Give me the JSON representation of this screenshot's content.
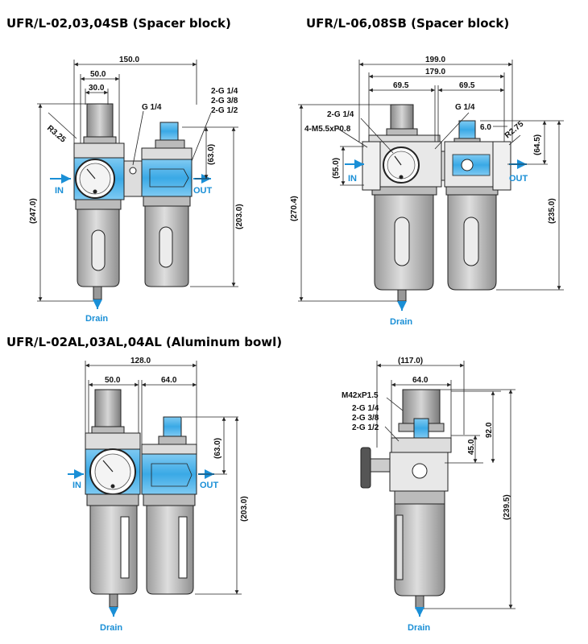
{
  "titles": {
    "sb_small": "UFR/L-02,03,04SB (Spacer block)",
    "sb_large": "UFR/L-06,08SB (Spacer block)",
    "al": "UFR/L-02AL,03AL,04AL (Aluminum bowl)"
  },
  "labels": {
    "in": "IN",
    "out": "OUT",
    "drain": "Drain"
  },
  "d1": {
    "w150": "150.0",
    "w50": "50.0",
    "w30": "30.0",
    "r": "R3.25",
    "g14": "G 1/4",
    "g1": "2-G 1/4",
    "g2": "2-G 3/8",
    "g3": "2-G 1/2",
    "h63": "(63.0)",
    "h203": "(203.0)",
    "h247": "(247.0)"
  },
  "d2": {
    "w199": "199.0",
    "w179": "179.0",
    "w695a": "69.5",
    "w695b": "69.5",
    "g14a": "2-G 1/4",
    "m55": "4-M5.5xP0.8",
    "g14b": "G 1/4",
    "w6": "6.0",
    "r275": "R2.75",
    "h55": "(55.0)",
    "h645": "(64.5)",
    "h2704": "(270.4)",
    "h235": "(235.0)"
  },
  "d3": {
    "w128": "128.0",
    "w50": "50.0",
    "w64": "64.0",
    "h63": "(63.0)",
    "h203": "(203.0)"
  },
  "d4": {
    "w117": "(117.0)",
    "w64": "64.0",
    "m42": "M42xP1.5",
    "g1": "2-G 1/4",
    "g2": "2-G 3/8",
    "g3": "2-G 1/2",
    "h92": "92.0",
    "h45": "45.0",
    "h2395": "(239.5)"
  }
}
